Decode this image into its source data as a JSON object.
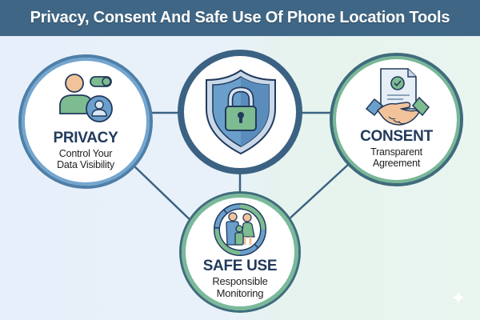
{
  "header": {
    "title": "Privacy, Consent And Safe Use Of Phone Location Tools"
  },
  "colors": {
    "header_bg": "#3f6685",
    "navy": "#223a5c",
    "connector": "#3b6282",
    "blue_ring": "#74a6cf",
    "green_ring": "#7ab99a",
    "icon_blue": "#6b9fcb",
    "icon_green": "#7dbb90",
    "skin": "#f2c39b"
  },
  "nodes": {
    "center": {
      "icon": "shield-lock-icon"
    },
    "privacy": {
      "icon": "user-toggle-icon",
      "title": "PRIVACY",
      "subtitle_line1": "Control Your",
      "subtitle_line2": "Data Visibility"
    },
    "consent": {
      "icon": "handshake-document-icon",
      "title": "CONSENT",
      "subtitle_line1": "Transparent",
      "subtitle_line2": "Agreement"
    },
    "safe_use": {
      "icon": "family-icon",
      "title": "SAFE USE",
      "subtitle_line1": "Responsible",
      "subtitle_line2": "Monitoring"
    }
  },
  "decorations": {
    "corner_mark": "sparkle-icon"
  }
}
